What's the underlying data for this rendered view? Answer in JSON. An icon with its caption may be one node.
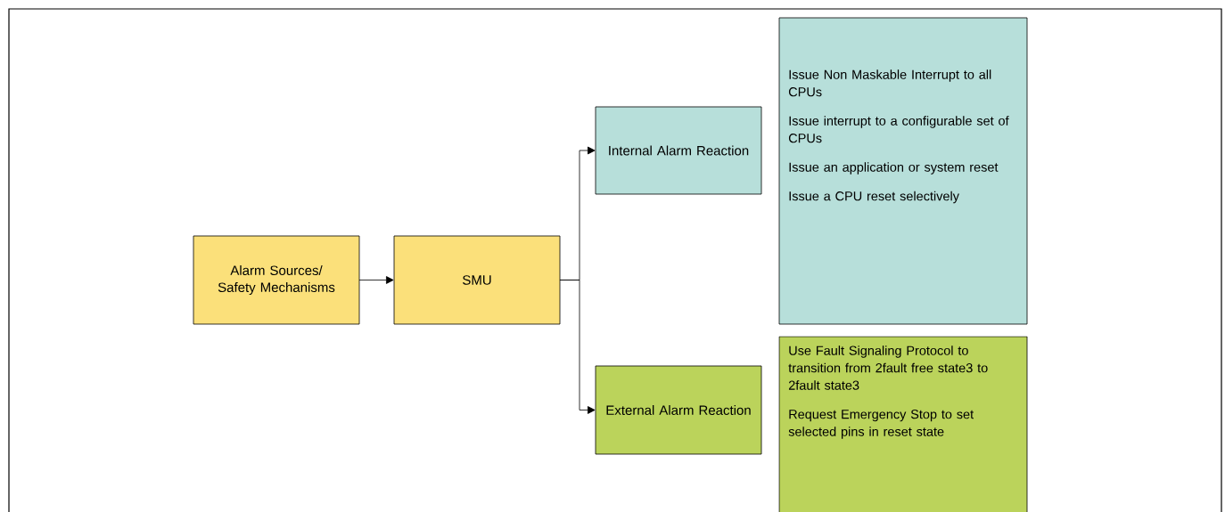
{
  "diagram": {
    "nodes": [
      {
        "text": [
          "Alarm Sources/ Safety Mechanisms"
        ]
      },
      {
        "text": [
          "SMU"
        ]
      },
      {
        "text": [
          "Internal Alarm Reaction"
        ]
      },
      {
        "text": [
          "External Alarm Reaction"
        ]
      },
      {
        "text": [
          "Issue Non Maskable Interrupt to all CPUs",
          "Issue interrupt to a configurable set of CPUs",
          "Issue an application or system reset",
          "Issue a CPU reset selectively"
        ]
      },
      {
        "text": [
          "Use Fault Signaling Protocol to transition from 2fault free state3 to 2fault state3",
          "Request Emergency Stop to set selected pins in reset state"
        ]
      }
    ],
    "edges": [
      {
        "from": 0,
        "to": 1,
        "arrow": "to"
      },
      {
        "from": 1,
        "to": 2,
        "arrow": "to"
      },
      {
        "from": 1,
        "to": 3,
        "arrow": "to"
      }
    ]
  }
}
